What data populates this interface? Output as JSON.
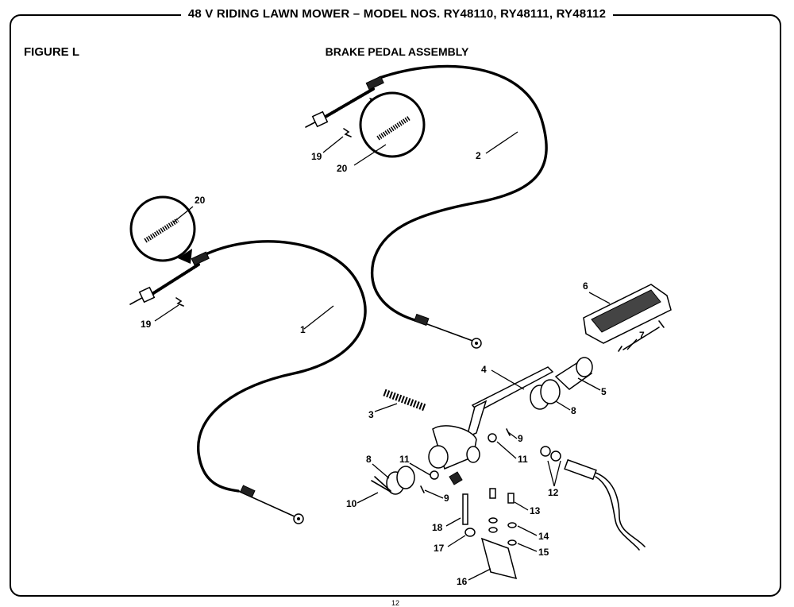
{
  "header": {
    "title": "48 V RIDING LAWN MOWER – MODEL NOS. RY48110, RY48111, RY48112",
    "figure": "FIGURE L",
    "subtitle": "BRAKE PEDAL ASSEMBLY",
    "page_number": "12"
  },
  "callouts": [
    "1",
    "2",
    "3",
    "4",
    "5",
    "6",
    "7",
    "8",
    "8",
    "9",
    "9",
    "10",
    "11",
    "11",
    "12",
    "13",
    "14",
    "15",
    "16",
    "17",
    "18",
    "19",
    "19",
    "20",
    "20"
  ]
}
